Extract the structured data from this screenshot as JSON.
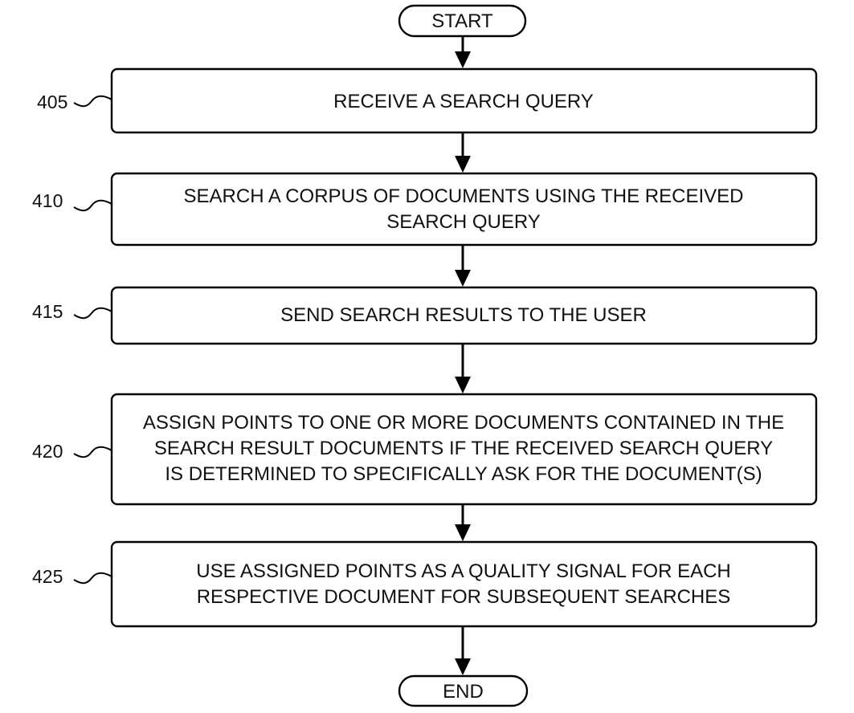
{
  "start_label": "START",
  "end_label": "END",
  "steps": [
    {
      "ref": "405",
      "lines": [
        "RECEIVE A SEARCH QUERY"
      ]
    },
    {
      "ref": "410",
      "lines": [
        "SEARCH A CORPUS OF DOCUMENTS USING THE  RECEIVED",
        "SEARCH QUERY"
      ]
    },
    {
      "ref": "415",
      "lines": [
        "SEND SEARCH RESULTS TO THE USER"
      ]
    },
    {
      "ref": "420",
      "lines": [
        "ASSIGN POINTS TO ONE OR MORE DOCUMENTS CONTAINED IN THE",
        "SEARCH RESULT DOCUMENTS IF THE RECEIVED SEARCH QUERY",
        "IS DETERMINED TO SPECIFICALLY ASK FOR THE DOCUMENT(S)"
      ]
    },
    {
      "ref": "425",
      "lines": [
        "USE ASSIGNED POINTS AS A QUALITY SIGNAL FOR EACH",
        "RESPECTIVE DOCUMENT FOR SUBSEQUENT SEARCHES"
      ]
    }
  ]
}
